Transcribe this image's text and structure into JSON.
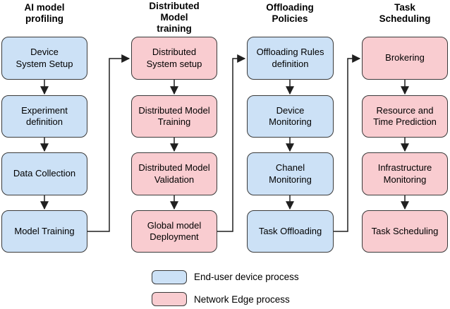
{
  "figure": {
    "columns": [
      {
        "title": "AI model\nprofiling",
        "boxes": [
          {
            "label": "Device\nSystem Setup",
            "type": "end_user"
          },
          {
            "label": "Experiment\ndefinition",
            "type": "end_user"
          },
          {
            "label": "Data Collection",
            "type": "end_user"
          },
          {
            "label": "Model Training",
            "type": "end_user"
          }
        ]
      },
      {
        "title": "Distributed\nModel\ntraining",
        "boxes": [
          {
            "label": "Distributed\nSystem setup",
            "type": "network_edge"
          },
          {
            "label": "Distributed Model\nTraining",
            "type": "network_edge"
          },
          {
            "label": "Distributed Model\nValidation",
            "type": "network_edge"
          },
          {
            "label": "Global model\nDeployment",
            "type": "network_edge"
          }
        ]
      },
      {
        "title": "Offloading\nPolicies",
        "boxes": [
          {
            "label": "Offloading Rules\ndefinition",
            "type": "end_user"
          },
          {
            "label": "Device\nMonitoring",
            "type": "end_user"
          },
          {
            "label": "Chanel\nMonitoring",
            "type": "end_user"
          },
          {
            "label": "Task Offloading",
            "type": "end_user"
          }
        ]
      },
      {
        "title": "Task\nScheduling",
        "boxes": [
          {
            "label": "Brokering",
            "type": "network_edge"
          },
          {
            "label": "Resource and\nTime Prediction",
            "type": "network_edge"
          },
          {
            "label": "Infrastructure\nMonitoring",
            "type": "network_edge"
          },
          {
            "label": "Task Scheduling",
            "type": "network_edge"
          }
        ]
      }
    ],
    "legend": [
      {
        "label": "End-user device process",
        "type": "end_user"
      },
      {
        "label": "Network Edge process",
        "type": "network_edge"
      }
    ],
    "colors": {
      "end_user_fill": "#cce1f6",
      "network_edge_fill": "#f9ccd0",
      "border": "#3a3a3a",
      "connector": "#1f1f1f"
    }
  }
}
